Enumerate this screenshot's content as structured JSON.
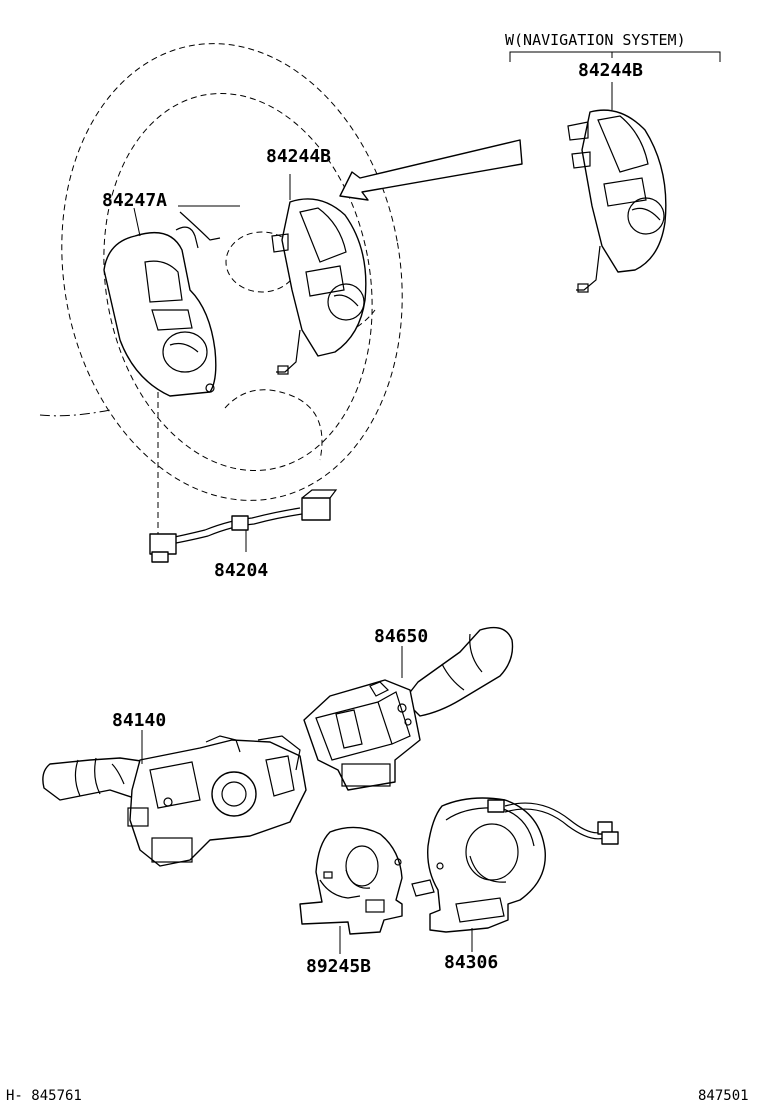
{
  "variant_note": "W(NAVIGATION SYSTEM)",
  "parts": {
    "switch_nav": "84244B",
    "switch_right": "84244B",
    "switch_left": "84247A",
    "wire": "84204",
    "wiper_switch": "84650",
    "headlamp_switch": "84140",
    "sensor": "89245B",
    "spiral_cable": "84306"
  },
  "footer": {
    "left_code": "H- 845761",
    "right_code": "847501"
  }
}
